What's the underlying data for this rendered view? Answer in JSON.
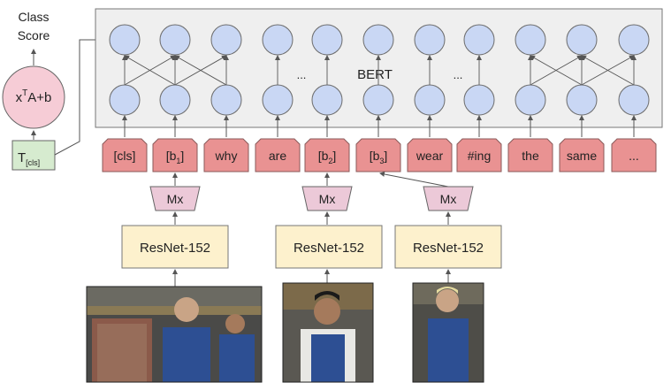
{
  "class_score": {
    "line1": "Class",
    "line2": "Score"
  },
  "classifier": {
    "base": "x",
    "sup": "T",
    "rest": "A+b"
  },
  "tcls": {
    "main": "T",
    "sub": "[cls]"
  },
  "bert": {
    "label": "BERT",
    "ellipsis_left": "...",
    "ellipsis_right": "..."
  },
  "tokens": [
    {
      "main": "[cls]",
      "sub": "",
      "close": ""
    },
    {
      "main": "[b",
      "sub": "1",
      "close": "]"
    },
    {
      "main": "why",
      "sub": "",
      "close": ""
    },
    {
      "main": "are",
      "sub": "",
      "close": ""
    },
    {
      "main": "[b",
      "sub": "2",
      "close": "]"
    },
    {
      "main": "[b",
      "sub": "3",
      "close": "]"
    },
    {
      "main": "wear",
      "sub": "",
      "close": ""
    },
    {
      "main": "#ing",
      "sub": "",
      "close": ""
    },
    {
      "main": "the",
      "sub": "",
      "close": ""
    },
    {
      "main": "same",
      "sub": "",
      "close": ""
    },
    {
      "main": "...",
      "sub": "",
      "close": ""
    }
  ],
  "mx_label": "Mx",
  "resnet_label": "ResNet-152",
  "colors": {
    "node_fill": "#c9d7f4",
    "token_fill": "#e99292",
    "mx_fill": "#ecc9d8",
    "resnet_fill": "#fdf1cd",
    "classifier_fill": "#f6ccd6",
    "tcls_fill": "#d6ebcf",
    "bert_fill": "#efefef"
  }
}
